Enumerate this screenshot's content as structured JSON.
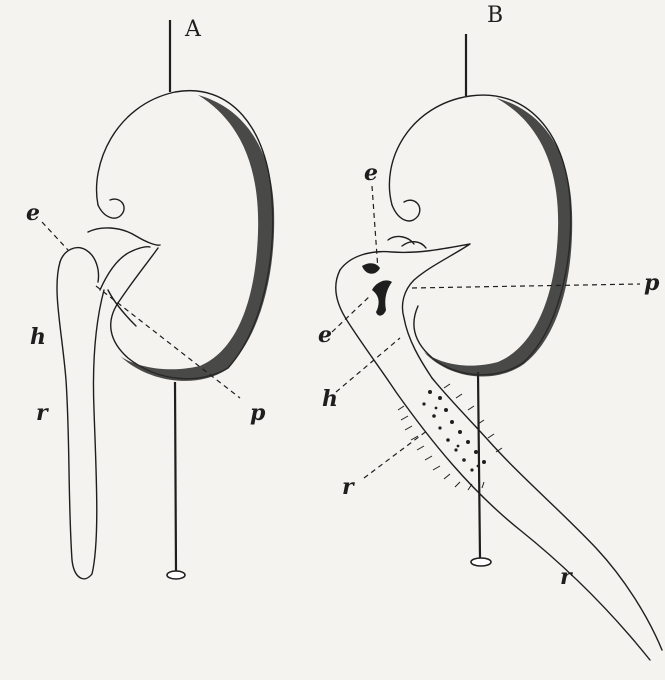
{
  "panels": {
    "a": {
      "title": "A"
    },
    "b": {
      "title": "B"
    }
  },
  "labels": {
    "a_e": "e",
    "a_h": "h",
    "a_r": "r",
    "a_p": "p",
    "b_e_top": "e",
    "b_e_left": "e",
    "b_p": "p",
    "b_h": "h",
    "b_r_left": "r",
    "b_r_bottom": "r"
  },
  "colors": {
    "ink": "#1e1e1e",
    "paper": "#f4f3f0"
  }
}
